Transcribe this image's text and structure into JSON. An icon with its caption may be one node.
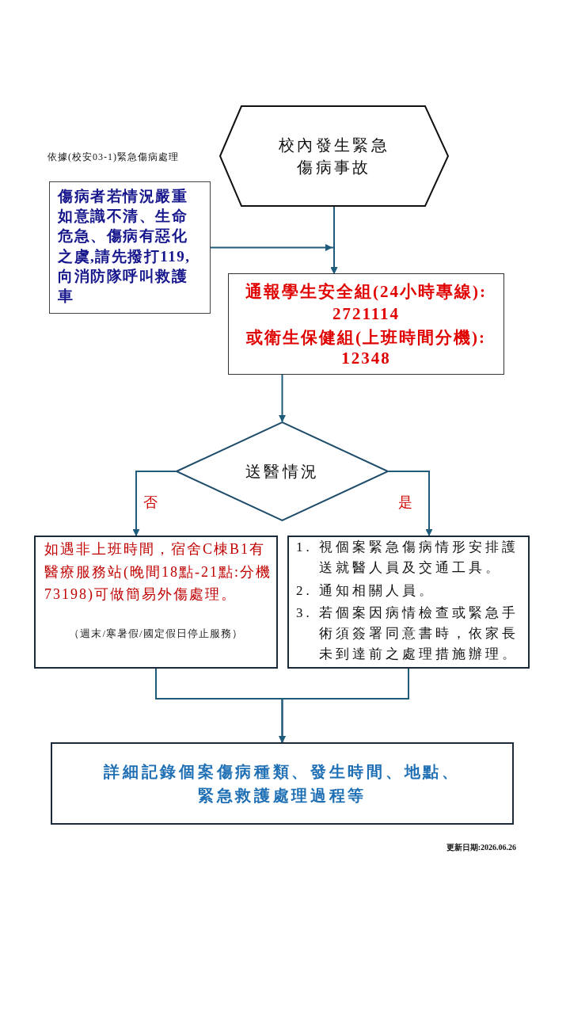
{
  "diagram": {
    "nodes": [
      {
        "text": [
          "校內發生緊急傷病事故"
        ]
      },
      {
        "text": [
          "傷病者若情況嚴重如意識不清、生命危急、傷病有惡化之虞,請先撥打119,向消防隊呼叫救護車"
        ]
      },
      {
        "text": [
          "通報學生安全組(24小時專線):2721114",
          "或衛生保健組(上班時間分機):12348"
        ]
      },
      {
        "text": [
          "送醫情況"
        ]
      },
      {
        "text": [
          "如遇非上班時間，宿舍C棟B1有醫療服務站(晚間18點-21點:分機73198)可做簡易外傷處理。",
          "（週末/寒暑假/國定假日停止服務）"
        ]
      },
      {
        "text": [
          "1. 視個案緊急傷病情形安排護送就醫人員及交通工具。",
          "2. 通知相關人員。",
          "3. 若個案因病情檢查或緊急手術須簽署同意書時，依家長未到達前之處理措施辦理。"
        ]
      },
      {
        "text": [
          "詳細記錄個案傷病種類、發生時間、地點、緊急救護處理過程等"
        ]
      }
    ],
    "edges": [
      {
        "from": 0,
        "to": 2,
        "arrow": "to"
      },
      {
        "from": 1,
        "to": 2,
        "arrow": "to"
      },
      {
        "from": 2,
        "to": 3,
        "arrow": "to"
      },
      {
        "from": 3,
        "to": 4,
        "arrow": "to",
        "label": "否"
      },
      {
        "from": 3,
        "to": 5,
        "arrow": "to",
        "label": "是"
      },
      {
        "from": 4,
        "to": 6,
        "arrow": "to"
      },
      {
        "from": 5,
        "to": 6,
        "arrow": "to"
      }
    ],
    "labels": [
      "依據(校安03-1)緊急傷病處理",
      "更新日期:2026.06.26"
    ]
  }
}
